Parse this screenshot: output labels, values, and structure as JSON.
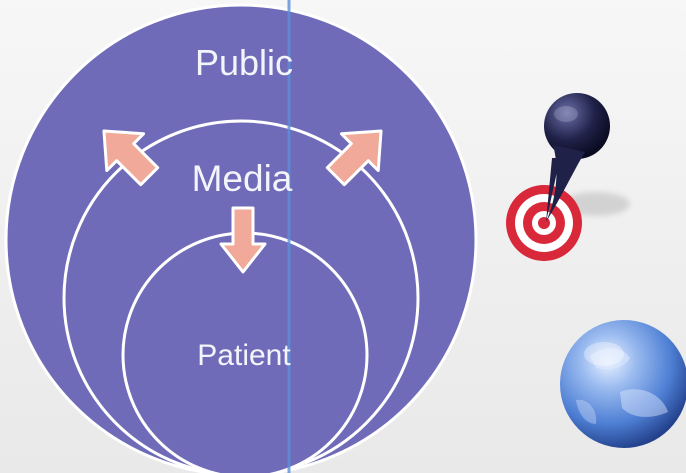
{
  "diagram": {
    "circles": {
      "outer": "Public",
      "middle": "Media",
      "inner": "Patient"
    },
    "colors": {
      "circle_fill": "#6f6bb8",
      "circle_outline": "#ffffff",
      "arrow_fill": "#f1a999",
      "arrow_outline": "#ffffff",
      "target_red": "#d8283a",
      "pin_dark": "#1f2148",
      "globe_blue": "#4e7fd4"
    },
    "icons": [
      "arrow-up-left-icon",
      "arrow-up-right-icon",
      "arrow-down-icon",
      "map-pin-target-icon",
      "globe-icon"
    ]
  }
}
